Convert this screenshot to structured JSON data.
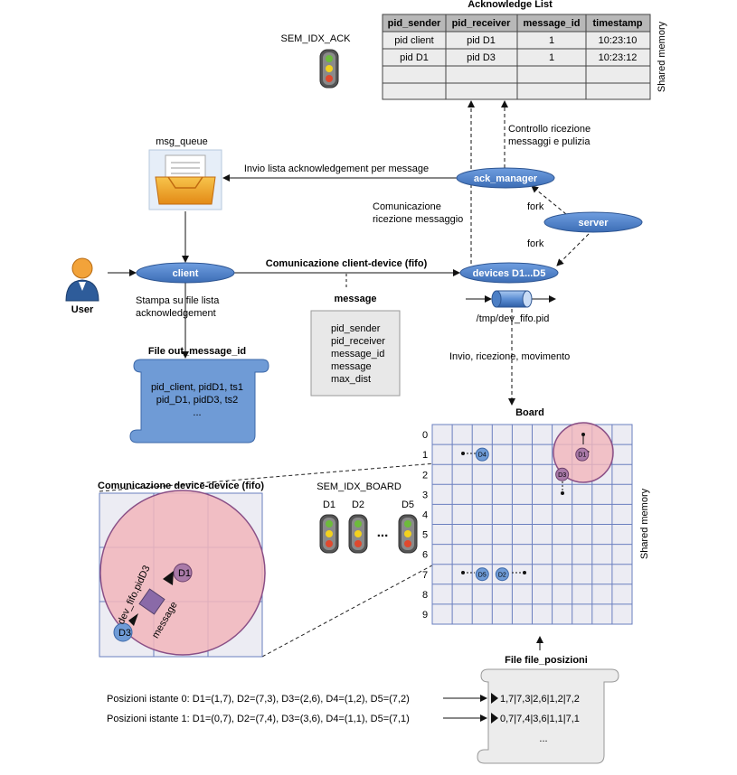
{
  "ack_list": {
    "title": "Acknowledge List",
    "headers": [
      "pid_sender",
      "pid_receiver",
      "message_id",
      "timestamp"
    ],
    "rows": [
      [
        "pid client",
        "pid D1",
        "1",
        "10:23:10"
      ],
      [
        "pid D1",
        "pid D3",
        "1",
        "10:23:12"
      ]
    ],
    "side_label": "Shared memory"
  },
  "sem_ack": {
    "label": "SEM_IDX_ACK"
  },
  "msg_queue": {
    "label": "msg_queue"
  },
  "nodes": {
    "ack_manager": "ack_manager",
    "server": "server",
    "client": "client",
    "devices": "devices D1...D5"
  },
  "labels": {
    "invio_lista": "Invio lista acknowledgement per message",
    "controllo_1": "Controllo ricezione",
    "controllo_2": "messaggi e pulizia",
    "comunicazione_1": "Comunicazione",
    "comunicazione_2": "ricezione messaggio",
    "fork1": "fork",
    "fork2": "fork",
    "client_device": "Comunicazione client-device (fifo)",
    "stampa_1": "Stampa su file lista",
    "stampa_2": "acknowledgement",
    "user": "User",
    "fifo_path": "/tmp/dev_fifo.pid",
    "invio_ricezione": "Invio, ricezione, movimento",
    "board": "Board",
    "device_device": "Comunicazione device-device (fifo)",
    "sem_board": "SEM_IDX_BOARD",
    "board_shared": "Shared memory",
    "file_posizioni": "File file_posizioni"
  },
  "message_box": {
    "title": "message",
    "fields": [
      "pid_sender",
      "pid_receiver",
      "message_id",
      "message",
      "max_dist"
    ]
  },
  "out_file": {
    "title": "File out_message_id",
    "lines": [
      "pid_client, pidD1, ts1",
      "pid_D1, pidD3, ts2",
      "..."
    ]
  },
  "sem_board_lights": {
    "labels": [
      "D1",
      "D2",
      "D5"
    ],
    "ellipsis": "..."
  },
  "board": {
    "row_labels": [
      "0",
      "1",
      "2",
      "3",
      "4",
      "5",
      "6",
      "7",
      "8",
      "9"
    ],
    "devices": [
      {
        "name": "D1",
        "row": 1,
        "col": 7
      },
      {
        "name": "D3",
        "row": 2,
        "col": 6
      },
      {
        "name": "D4",
        "row": 1,
        "col": 2
      },
      {
        "name": "D5",
        "row": 7,
        "col": 2
      },
      {
        "name": "D2",
        "row": 7,
        "col": 3
      }
    ]
  },
  "zoom": {
    "d1": "D1",
    "d3": "D3",
    "fifo": "dev_fifo.pidD3",
    "message": "message"
  },
  "positions": {
    "line0": "Posizioni istante 0: D1=(1,7), D2=(7,3), D3=(2,6), D4=(1,2), D5=(7,2)",
    "line1": "Posizioni istante 1: D1=(0,7), D2=(7,4), D3=(3,6), D4=(1,1), D5=(7,1)",
    "file_line0": "1,7|7,3|2,6|1,2|7,2",
    "file_line1": "0,7|7,4|3,6|1,1|7,1",
    "file_more": "..."
  },
  "colors": {
    "node_fill": "#4a7dc4",
    "table_header": "#b8b8b8",
    "table_fill": "#ececec",
    "grid_fill": "#ececf3",
    "grid_line": "#6a7fbf",
    "range_fill": "#f2b6bb",
    "range_stroke": "#8a4f86",
    "scroll_blue": "#6f9bd6"
  }
}
